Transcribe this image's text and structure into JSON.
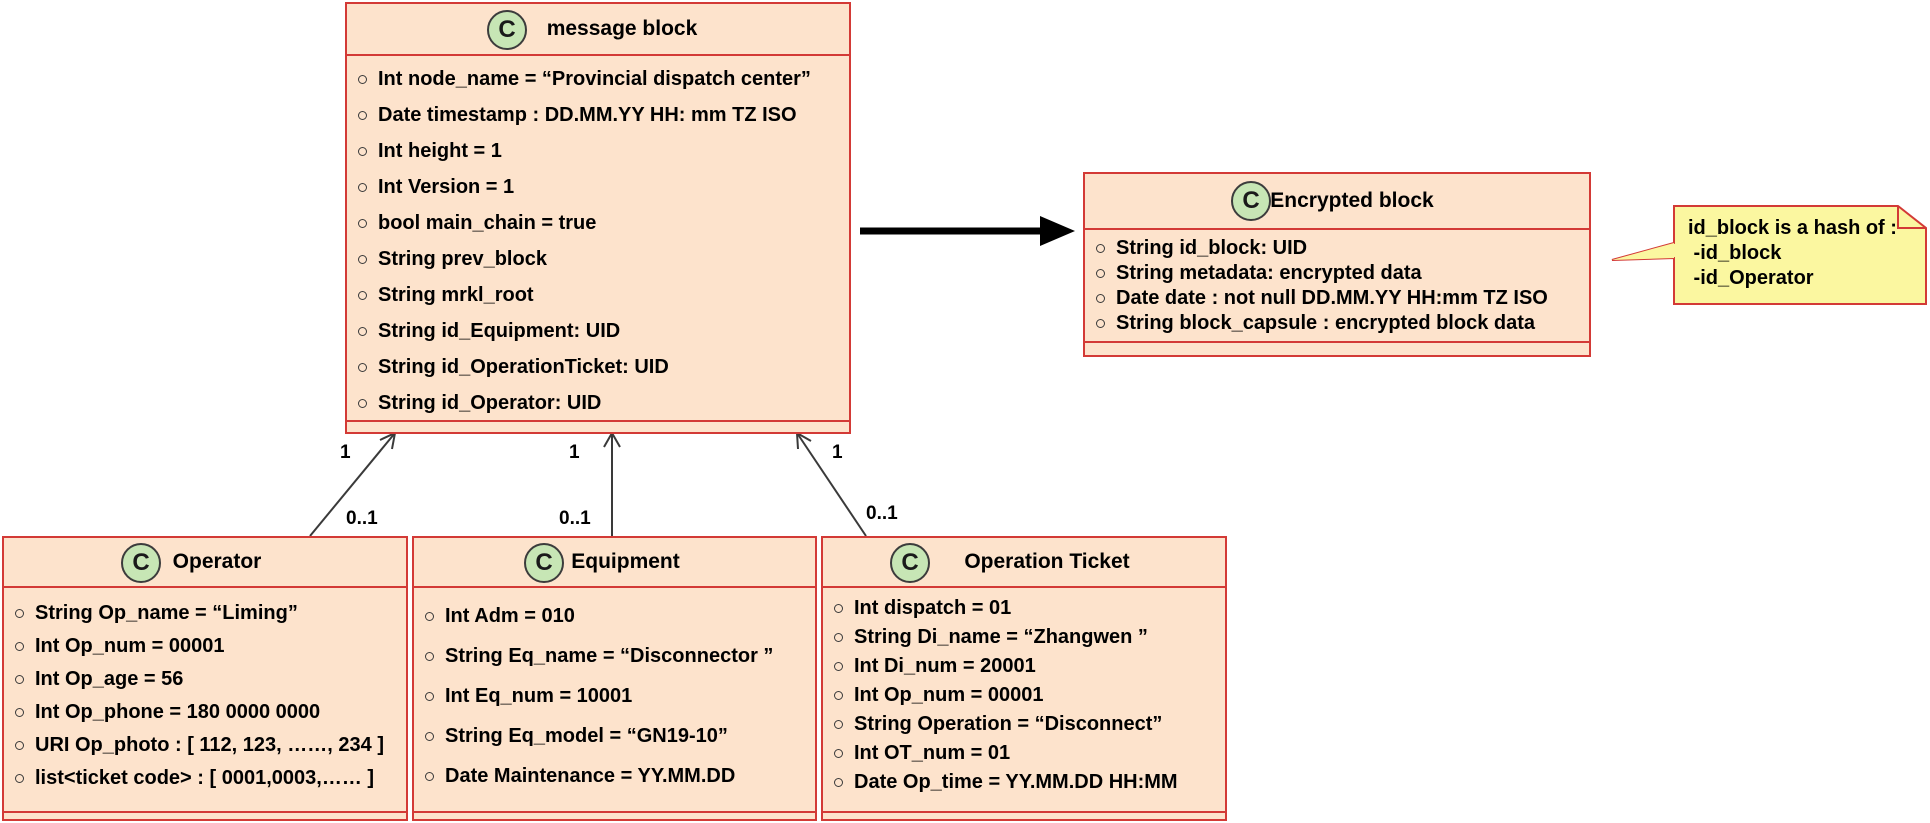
{
  "message_block": {
    "icon": "class-c-icon",
    "badge": "C",
    "title": "message block",
    "attributes": [
      "Int node_name =  “Provincial dispatch center”",
      "Date timestamp :  DD.MM.YY HH: mm TZ ISO",
      "Int height = 1",
      "Int Version = 1",
      "bool main_chain = true",
      "String prev_block",
      "String mrkl_root",
      "String id_Equipment: UID",
      "String id_OperationTicket: UID",
      "String id_Operator: UID"
    ]
  },
  "encrypted_block": {
    "icon": "class-c-icon",
    "badge": "C",
    "title": "Encrypted block",
    "attributes": [
      "String id_block: UID",
      "String metadata: encrypted data",
      "Date date : not null DD.MM.YY HH:mm TZ ISO",
      "String block_capsule : encrypted block data"
    ]
  },
  "note": {
    "lines": [
      "id_block is a hash of :",
      " -id_block",
      " -id_Operator"
    ]
  },
  "operator": {
    "icon": "class-c-icon",
    "badge": "C",
    "title": "Operator",
    "attributes": [
      "String Op_name = “Liming”",
      "Int Op_num = 00001",
      "Int Op_age = 56",
      "Int Op_phone = 180 0000 0000",
      "URI Op_photo : [ 112, 123, ……, 234 ]",
      "list<ticket code> : [ 0001,0003,…… ]"
    ]
  },
  "equipment": {
    "icon": "class-c-icon",
    "badge": "C",
    "title": "Equipment",
    "attributes": [
      "Int Adm = 010",
      "String Eq_name = “Disconnector ”",
      "Int Eq_num = 10001",
      "String Eq_model = “GN19-10”",
      "Date Maintenance = YY.MM.DD"
    ]
  },
  "operation_ticket": {
    "icon": "class-c-icon",
    "badge": "C",
    "title": "Operation Ticket",
    "attributes": [
      "Int dispatch = 01",
      "String Di_name = “Zhangwen ”",
      "Int Di_num = 20001",
      "Int Op_num = 00001",
      "String Operation = “Disconnect”",
      "Int OT_num = 01",
      "Date Op_time = YY.MM.DD HH:MM"
    ]
  },
  "multiplicities": {
    "operator_one": "1",
    "operator_many": "0..1",
    "equipment_one": "1",
    "equipment_many": "0..1",
    "ticket_one": "1",
    "ticket_many": "0..1"
  },
  "colors": {
    "class_fill": "#fde3cc",
    "class_border": "#d33a36",
    "badge_fill": "#c7e6b5",
    "note_fill": "#fbf7a0"
  }
}
